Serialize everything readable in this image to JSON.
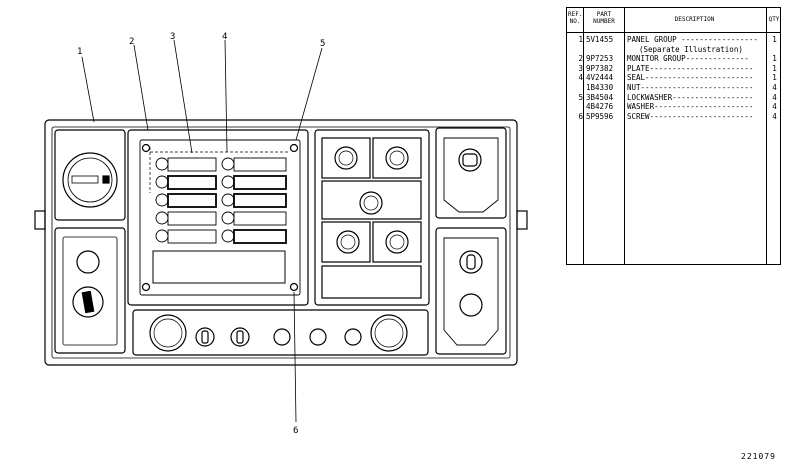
{
  "callouts": [
    "1",
    "2",
    "3",
    "4",
    "5",
    "6"
  ],
  "table": {
    "headers": {
      "ref_no": "REF. NO.",
      "part_number": "PART NUMBER",
      "description": "DESCRIPTION",
      "qty": "QTY"
    },
    "rows": [
      {
        "ref": "1",
        "part": "5V1455",
        "desc": "PANEL GROUP -----------------",
        "qty": "1"
      },
      {
        "ref": "",
        "part": "",
        "desc": "(Separate Illustration)",
        "qty": ""
      },
      {
        "ref": "2",
        "part": "9P7253",
        "desc": "MONITOR GROUP--------------",
        "qty": "1"
      },
      {
        "ref": "3",
        "part": "9P7382",
        "desc": "PLATE-----------------------",
        "qty": "1"
      },
      {
        "ref": "4",
        "part": "4V2444",
        "desc": "SEAL------------------------",
        "qty": "1"
      },
      {
        "ref": "",
        "part": "1B4330",
        "desc": "NUT-------------------------",
        "qty": "4"
      },
      {
        "ref": "5",
        "part": "3B4504",
        "desc": "LOCKWASHER------------------",
        "qty": "4"
      },
      {
        "ref": "",
        "part": "4B4276",
        "desc": "WASHER----------------------",
        "qty": "4"
      },
      {
        "ref": "6",
        "part": "5P9596",
        "desc": "SCREW-----------------------",
        "qty": "4"
      }
    ]
  },
  "drawing_number": "221079"
}
